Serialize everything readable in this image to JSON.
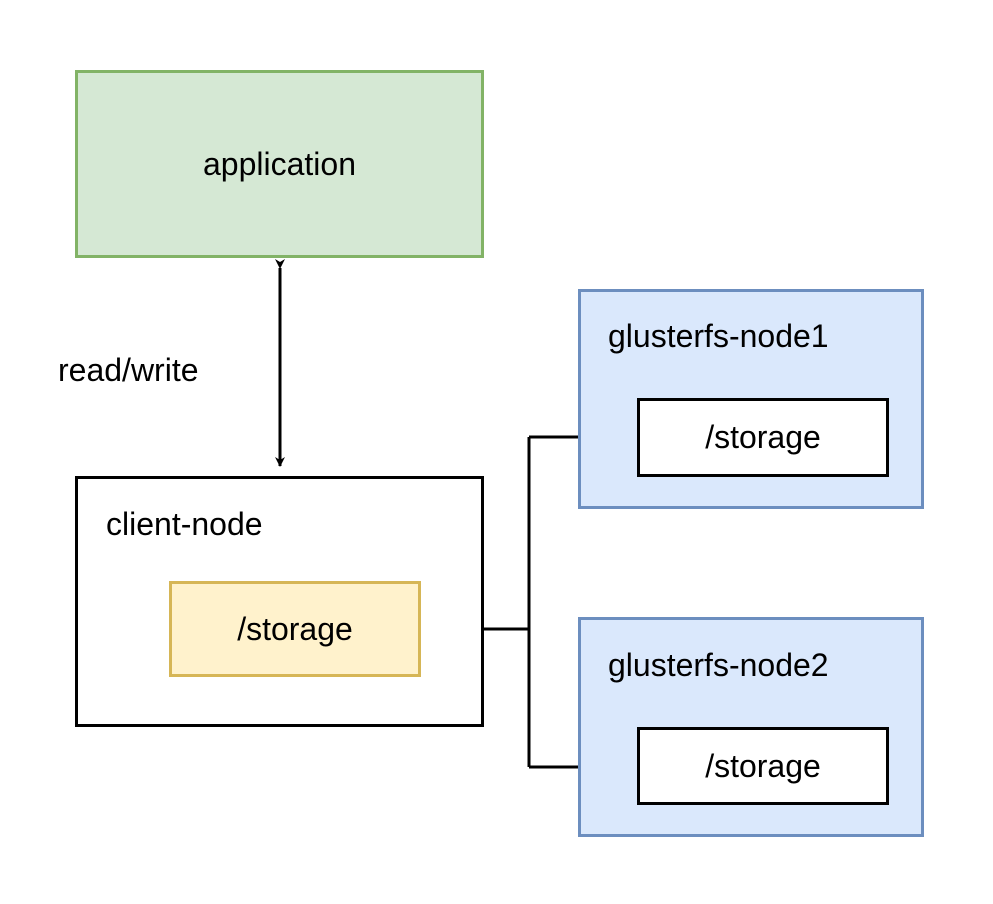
{
  "application": {
    "label": "application"
  },
  "edge_label": "read/write",
  "client_node": {
    "title": "client-node",
    "storage_label": "/storage"
  },
  "glusterfs_nodes": [
    {
      "title": "glusterfs-node1",
      "storage_label": "/storage"
    },
    {
      "title": "glusterfs-node2",
      "storage_label": "/storage"
    }
  ],
  "colors": {
    "application_fill": "#d5e8d4",
    "application_stroke": "#82b366",
    "client_storage_fill": "#fff2cc",
    "client_storage_stroke": "#d6b656",
    "gluster_fill": "#dae8fc",
    "gluster_stroke": "#6c8ebf"
  }
}
